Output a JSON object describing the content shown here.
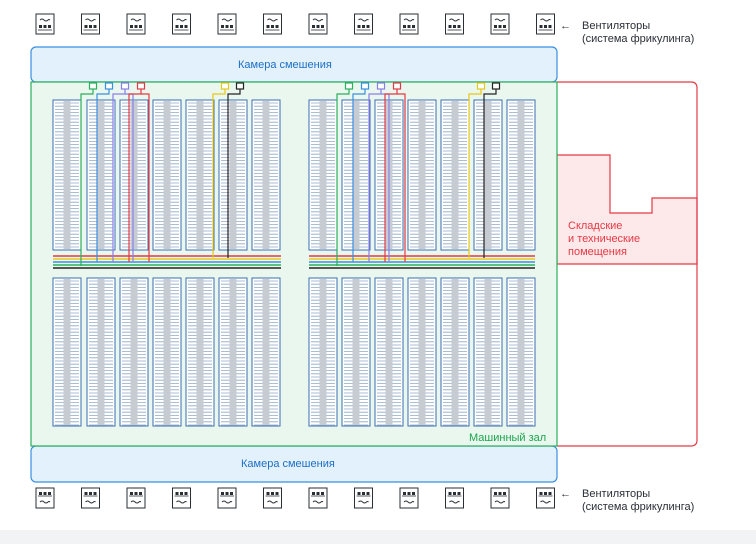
{
  "fans_top": {
    "count": 12,
    "label_line1": "Вентиляторы",
    "label_line2": "(система фрикулинга)",
    "arrow": "←"
  },
  "fans_bottom": {
    "count": 12,
    "label_line1": "Вентиляторы",
    "label_line2": "(система фрикулинга)",
    "arrow": "←"
  },
  "mixing_chamber_top": "Камера смешения",
  "mixing_chamber_bottom": "Камера смешения",
  "machine_hall": "Машинный зал",
  "storage": {
    "line1": "Складские",
    "line2": "и технические",
    "line3": "помещения"
  },
  "colors": {
    "chamber_fill": "#e3f1fd",
    "chamber_stroke": "#3a8fe0",
    "hall_fill": "#eaf7ee",
    "hall_stroke": "#2bb05c",
    "storage_stroke": "#e53945",
    "storage_fill": "#fde9ea",
    "rack_fill": "#c7ccd3",
    "cable_green": "#2bb05c",
    "cable_blue": "#3a8fe0",
    "cable_purple": "#8a7fe8",
    "cable_red": "#e53945",
    "cable_yellow": "#e8c81a",
    "cable_black": "#222222"
  },
  "rack_groups": {
    "blocks": 2,
    "racks_per_row": 7,
    "rows": 2
  }
}
